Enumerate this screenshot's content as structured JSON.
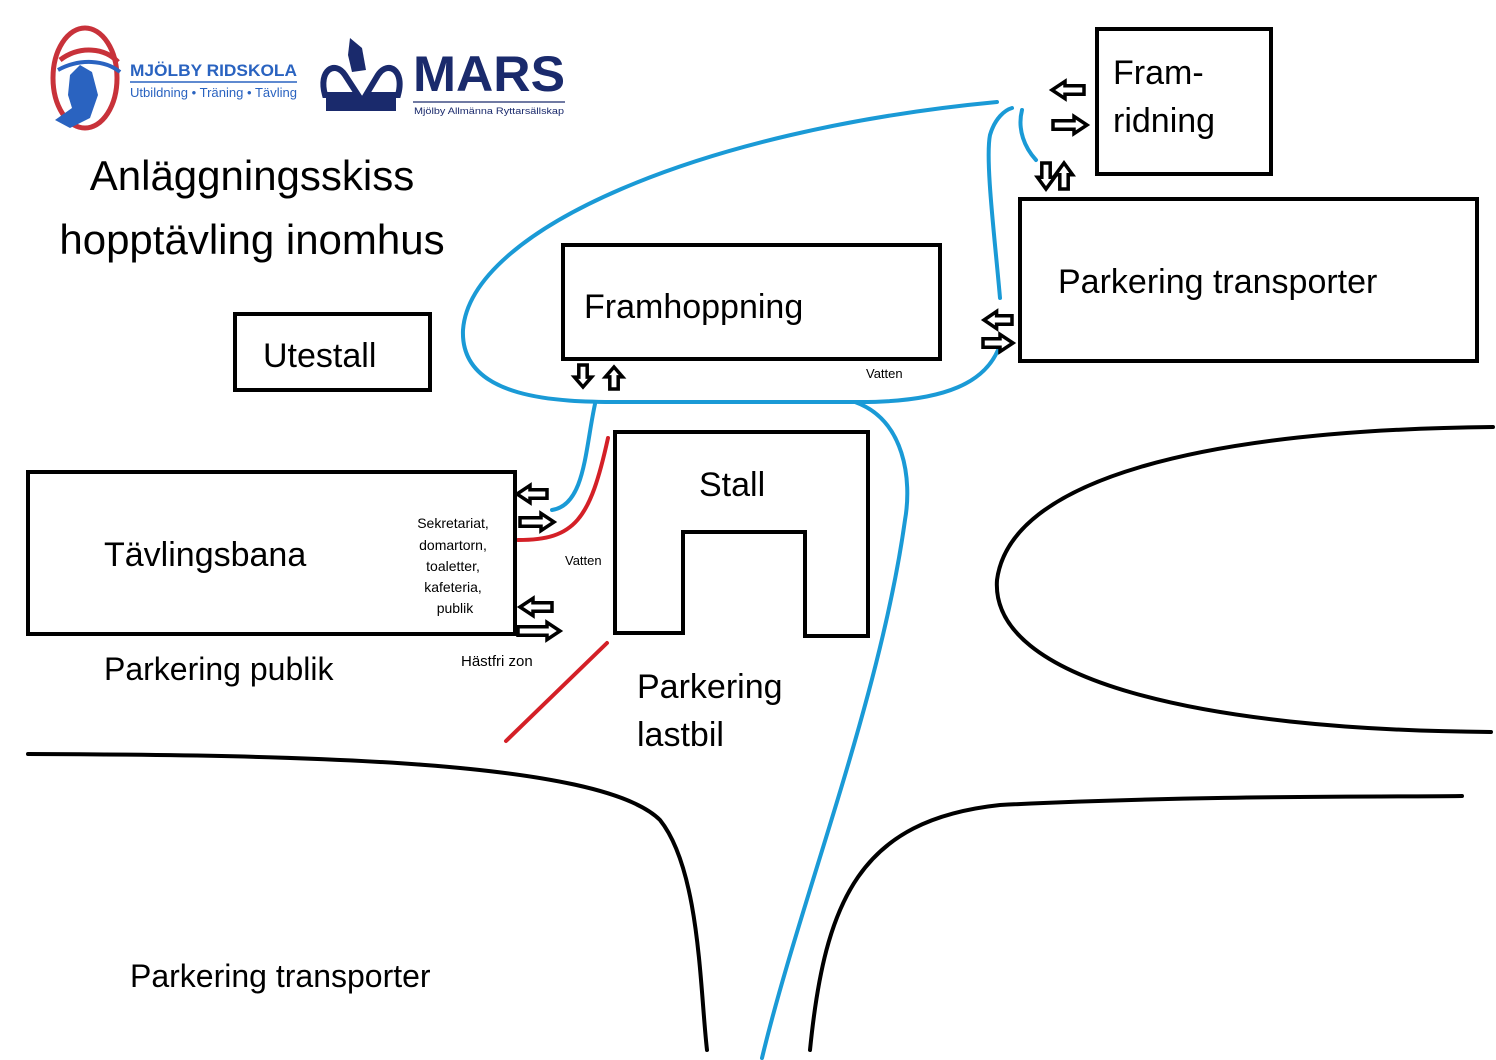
{
  "logos": {
    "ridskola": {
      "name": "MJÖLBY RIDSKOLA",
      "tagline": "Utbildning • Träning • Tävling"
    },
    "mars": {
      "name": "MARS",
      "tagline": "Mjölby Allmänna Ryttarsällskap"
    }
  },
  "title": {
    "line1": "Anläggningsskiss",
    "line2": "hopptävling inomhus"
  },
  "areas": {
    "framridning_1": "Fram-",
    "framridning_2": "ridning",
    "parkering_transporter_top": "Parkering transporter",
    "framhoppning": "Framhoppning",
    "vatten_1": "Vatten",
    "utestall": "Utestall",
    "stall": "Stall",
    "tavlingsbana": "Tävlingsbana",
    "facilities": [
      "Sekretariat,",
      "domartorn,",
      "toaletter,",
      "kafeteria,",
      "publik"
    ],
    "vatten_2": "Vatten",
    "hastfri_zon": "Hästfri zon",
    "parkering_publik": "Parkering publik",
    "parkering_lastbil_1": "Parkering",
    "parkering_lastbil_2": "lastbil",
    "parkering_transporter_bottom": "Parkering transporter"
  },
  "colors": {
    "horse_path": "#1a9ad6",
    "horse_free_boundary": "#d42027",
    "logo_blue": "#1f3f8f",
    "logo_red": "#c8323a",
    "mars_navy": "#1a2a6c"
  }
}
